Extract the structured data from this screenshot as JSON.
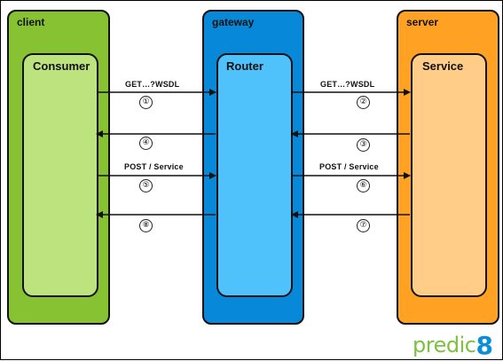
{
  "lanes": {
    "client": {
      "title": "client",
      "component": "Consumer"
    },
    "gateway": {
      "title": "gateway",
      "component": "Router"
    },
    "server": {
      "title": "server",
      "component": "Service"
    }
  },
  "messages": {
    "left_get": "GET…?WSDL",
    "right_get": "GET…?WSDL",
    "left_post": "POST / Service",
    "right_post": "POST / Service"
  },
  "steps": [
    "①",
    "②",
    "③",
    "④",
    "⑤",
    "⑥",
    "⑦",
    "⑧"
  ],
  "logo": {
    "text": "predic",
    "suffix": "8"
  },
  "colors": {
    "client": "#86c232",
    "consumer": "#bde37f",
    "gateway": "#0888d8",
    "router": "#50c2fb",
    "server": "#ffa224",
    "service": "#ffcd88"
  }
}
